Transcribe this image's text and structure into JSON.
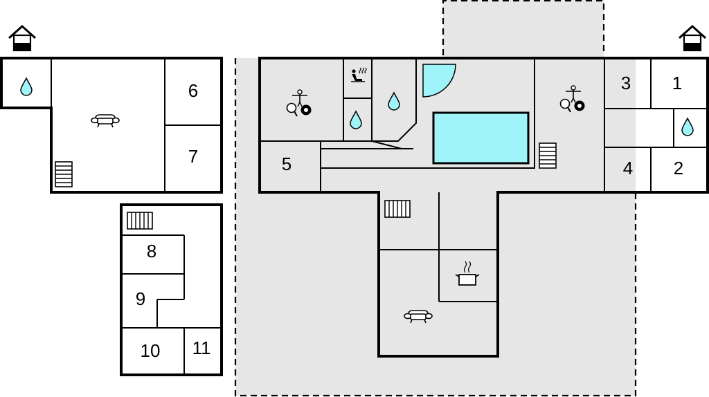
{
  "rooms": {
    "r1": "1",
    "r2": "2",
    "r3": "3",
    "r4": "4",
    "r5": "5",
    "r6": "6",
    "r7": "7",
    "r8": "8",
    "r9": "9",
    "r10": "10",
    "r11": "11"
  },
  "icons": [
    "house-entrance-icon",
    "water-drop-icon",
    "sofa-icon",
    "stairs-icon",
    "sauna-icon",
    "table-tennis-icon",
    "billiard-ball-icon",
    "table-football-icon",
    "cooking-pot-icon",
    "swimming-pool",
    "door-swing"
  ],
  "colors": {
    "wall": "#000000",
    "shaded_area": "#e6e6e6",
    "water": "#9ff4f9",
    "background": "#ffffff"
  }
}
